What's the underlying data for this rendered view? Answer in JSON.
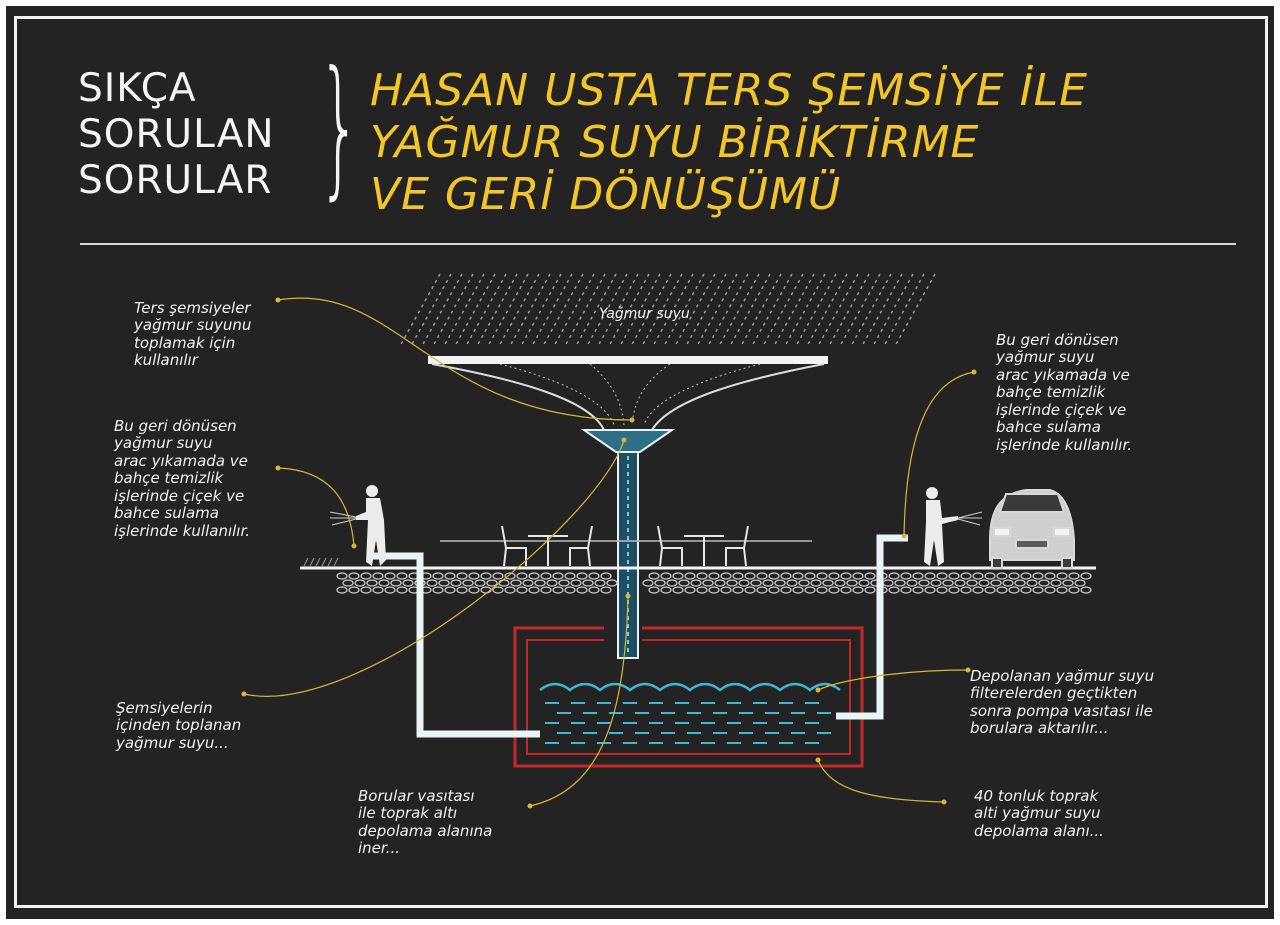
{
  "header": {
    "faq_lines": [
      "SIKÇA",
      "SORULAN",
      "SORULAR"
    ],
    "title_lines": [
      "HASAN USTA TERS ŞEMSİYE İLE",
      "YAĞMUR SUYU BİRİKTİRME",
      "VE GERİ DÖNÜŞÜMÜ"
    ]
  },
  "labels": {
    "rain": "Yağmur suyu",
    "umbrella_collect": [
      "Ters şemsiyeler",
      "yağmur suyunu",
      "toplamak için",
      "kullanılır"
    ],
    "reuse_left": [
      "Bu geri dönüsen",
      "yağmur suyu",
      "arac yıkamada ve",
      "bahçe temizlik",
      "işlerinde  çiçek ve",
      "bahce sulama",
      "işlerinde  kullanılır."
    ],
    "reuse_right": [
      "Bu geri dönüsen",
      "yağmur suyu",
      "arac yıkamada ve",
      "bahçe temizlik",
      "işlerinde  çiçek ve",
      "bahce sulama",
      "işlerinde  kullanılır."
    ],
    "collected_water": [
      "Şemsiyelerin",
      "içinden toplanan",
      "yağmur suyu..."
    ],
    "pipes_down": [
      "Borular vasıtası",
      "ile toprak altı",
      "depolama alanına",
      "iner..."
    ],
    "stored_water": [
      "Depolanan yağmur suyu",
      "filterelerden geçtikten",
      "sonra pompa vasıtası ile",
      "borulara aktarılır..."
    ],
    "tank": [
      "40 tonluk toprak",
      "alti yağmur suyu",
      "depolama alanı..."
    ]
  },
  "colors": {
    "background": "#232323",
    "title": "#f2c52a",
    "text": "#f2f2f2",
    "tank": "#c0282a",
    "water": "#3fb8d8",
    "pipe": "#e8f4f8",
    "leader": "#d9b53a"
  }
}
